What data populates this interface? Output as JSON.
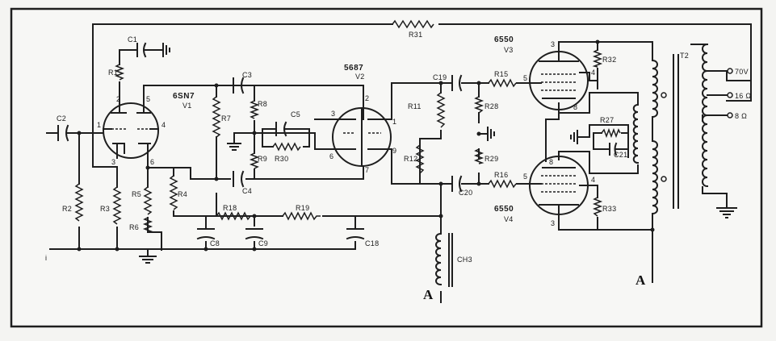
{
  "tubes": {
    "v1": {
      "type": "6SN7",
      "ref": "V1"
    },
    "v2": {
      "type": "5687",
      "ref": "V2"
    },
    "v3": {
      "type": "6550",
      "ref": "V3"
    },
    "v4": {
      "type": "6550",
      "ref": "V4"
    }
  },
  "resistors": {
    "r1": "R1",
    "r2": "R2",
    "r3": "R3",
    "r4": "R4",
    "r5": "R5",
    "r6": "R6",
    "r7": "R7",
    "r8": "R8",
    "r9": "R9",
    "r11": "R11",
    "r12": "R12",
    "r15": "R15",
    "r16": "R16",
    "r18": "R18",
    "r19": "R19",
    "r27": "R27",
    "r28": "R28",
    "r29": "R29",
    "r30": "R30",
    "r31": "R31",
    "r32": "R32",
    "r33": "R33"
  },
  "capacitors": {
    "c1": "C1",
    "c2": "C2",
    "c3": "C3",
    "c4": "C4",
    "c5": "C5",
    "c8": "C8",
    "c9": "C9",
    "c18": "C18",
    "c19": "C19",
    "c20": "C20",
    "c21": "C21"
  },
  "inductors": {
    "ch3": "CH3",
    "t2": "T2"
  },
  "outputs": {
    "tap_70": "70V",
    "tap_16": "16 Ω",
    "tap_8": "8 Ω"
  },
  "pins": {
    "v1_p1": "1",
    "v1_p2": "2",
    "v1_p3": "3",
    "v1_p4": "4",
    "v1_p5": "5",
    "v1_p6": "6",
    "v2_p1": "1",
    "v2_p2": "2",
    "v2_p3": "3",
    "v2_p6": "6",
    "v2_p7": "7",
    "v2_p9": "9",
    "v3_p3": "3",
    "v3_p4": "4",
    "v3_p5": "5",
    "v3_p8": "8",
    "v4_p3": "3",
    "v4_p4": "4",
    "v4_p5": "5",
    "v4_p8": "8"
  },
  "supply_points": {
    "a_left": "A",
    "a_right": "A"
  },
  "input_terminal": "i"
}
